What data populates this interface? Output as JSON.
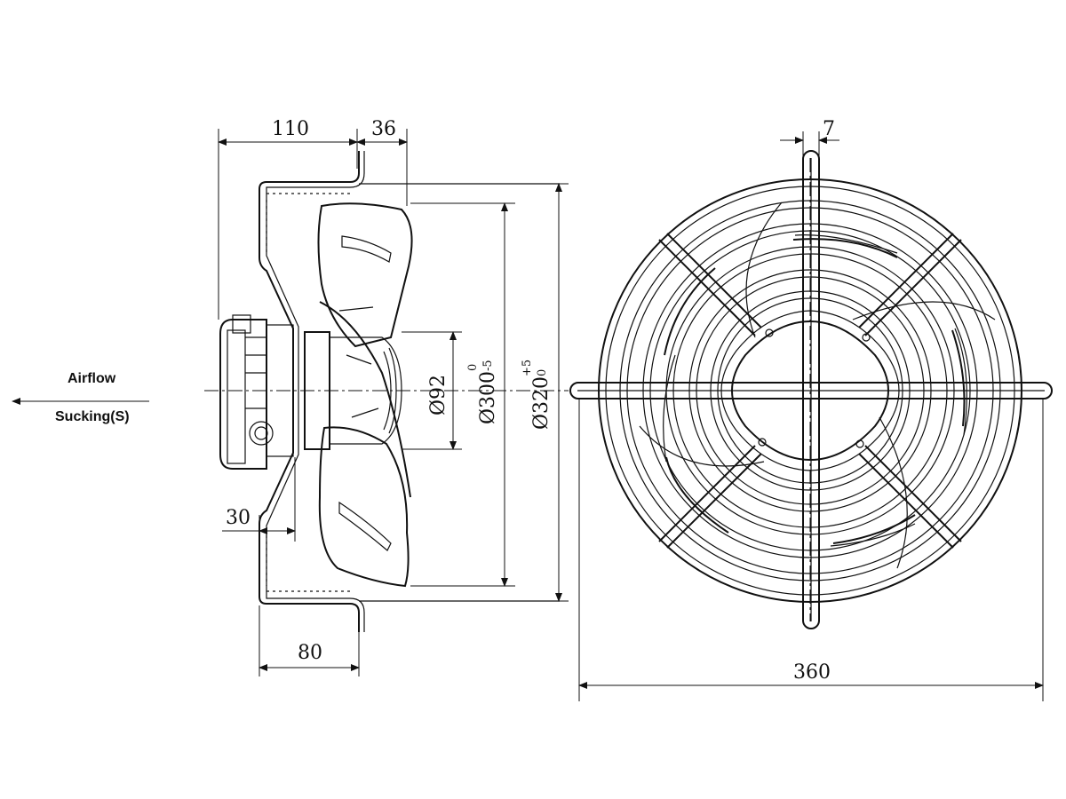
{
  "labels": {
    "airflow": "Airflow",
    "sucking": "Sucking(S)"
  },
  "dimensions": {
    "d110": "110",
    "d36": "36",
    "d30": "30",
    "d80": "80",
    "d7": "7",
    "d360": "360",
    "dia92": "Ø92",
    "dia300": "Ø300",
    "dia300_tol_upper": "0",
    "dia300_tol_lower": "-5",
    "dia320": "Ø320",
    "dia320_tol_upper": "+5",
    "dia320_tol_lower": "0"
  }
}
